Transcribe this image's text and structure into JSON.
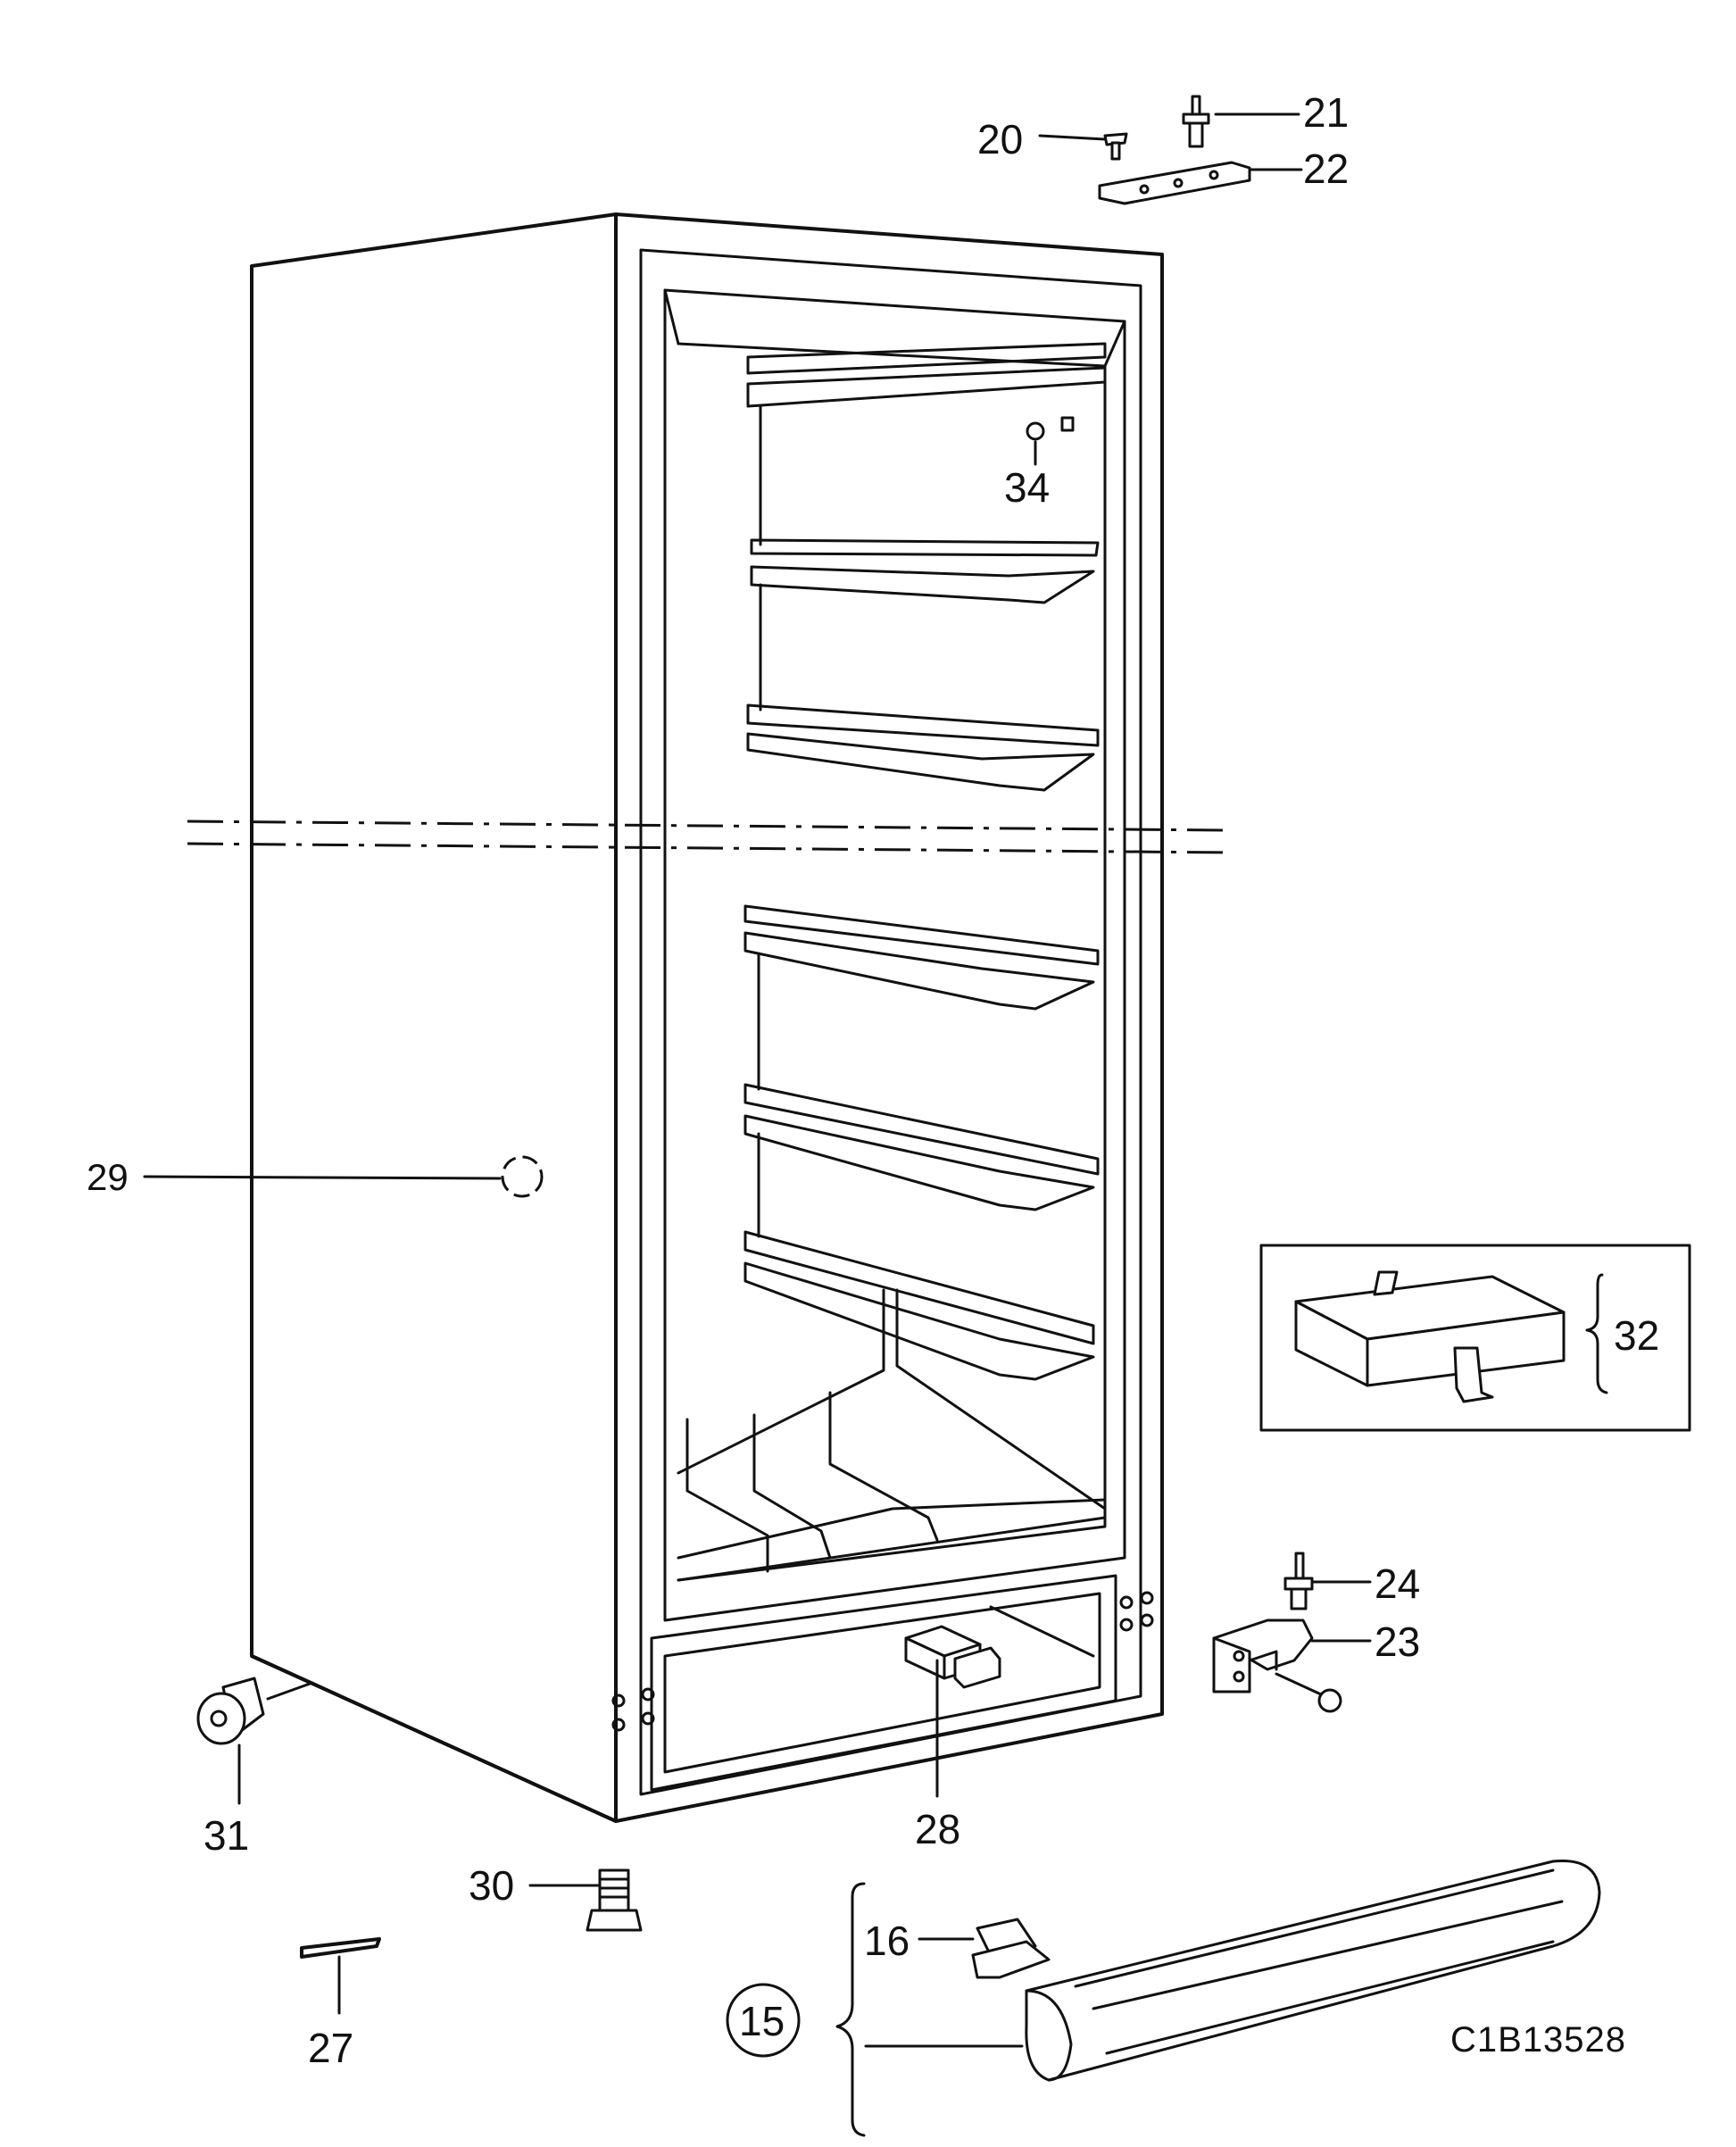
{
  "diagram": {
    "drawing_code": "C1B13528",
    "callouts": [
      {
        "id": "20",
        "label": "20"
      },
      {
        "id": "21",
        "label": "21"
      },
      {
        "id": "22",
        "label": "22"
      },
      {
        "id": "34",
        "label": "34"
      },
      {
        "id": "29",
        "label": "29"
      },
      {
        "id": "32",
        "label": "32"
      },
      {
        "id": "24",
        "label": "24"
      },
      {
        "id": "23",
        "label": "23"
      },
      {
        "id": "31",
        "label": "31"
      },
      {
        "id": "28",
        "label": "28"
      },
      {
        "id": "30",
        "label": "30"
      },
      {
        "id": "16",
        "label": "16"
      },
      {
        "id": "15",
        "label": "15"
      },
      {
        "id": "27",
        "label": "27"
      }
    ]
  }
}
